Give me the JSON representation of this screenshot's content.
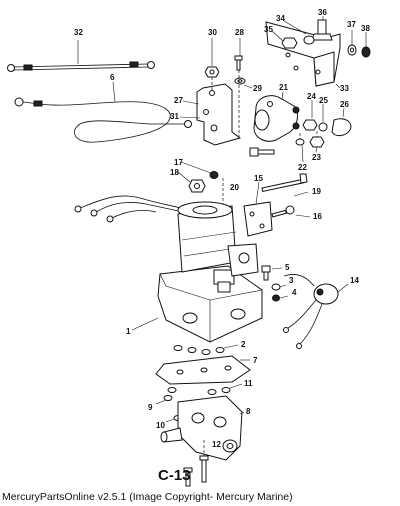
{
  "page_label": "C-13",
  "caption": "MercuryPartsOnline v2.5.1 (Image Copyright- Mercury Marine)",
  "callouts": {
    "c1": "1",
    "c2": "2",
    "c3": "3",
    "c4": "4",
    "c5": "5",
    "c6": "6",
    "c7": "7",
    "c8": "8",
    "c9": "9",
    "c10": "10",
    "c11": "11",
    "c12": "12",
    "c14": "14",
    "c15": "15",
    "c16": "16",
    "c17": "17",
    "c18": "18",
    "c19": "19",
    "c20": "20",
    "c21": "21",
    "c22": "22",
    "c23": "23",
    "c24": "24",
    "c25": "25",
    "c26": "26",
    "c27": "27",
    "c28": "28",
    "c29": "29",
    "c30": "30",
    "c31": "31",
    "c32": "32",
    "c33": "33",
    "c34": "34",
    "c35": "35",
    "c36": "36",
    "c37": "37",
    "c38": "38"
  }
}
